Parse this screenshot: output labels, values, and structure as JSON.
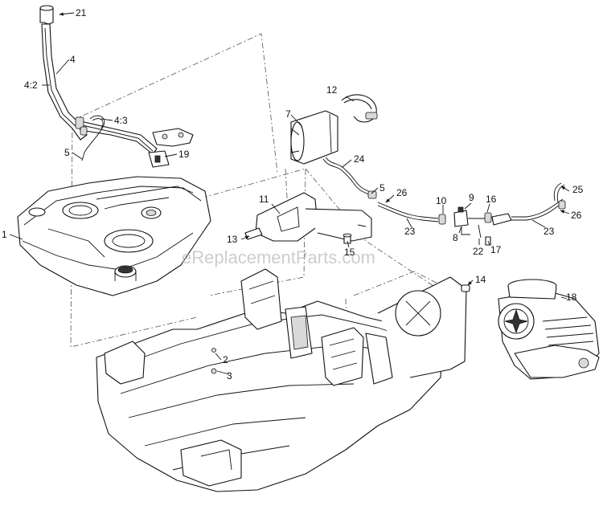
{
  "watermark": "eReplacementParts.com",
  "callouts": {
    "c1": "1",
    "c2": "2",
    "c3": "3",
    "c4": "4",
    "c4_2": "4:2",
    "c4_3": "4:3",
    "c5a": "5",
    "c5b": "5",
    "c7": "7",
    "c8": "8",
    "c9": "9",
    "c10": "10",
    "c11": "11",
    "c12": "12",
    "c13": "13",
    "c14": "14",
    "c15": "15",
    "c16": "16",
    "c17": "17",
    "c18": "18",
    "c19": "19",
    "c21": "21",
    "c22": "22",
    "c23a": "23",
    "c23b": "23",
    "c24": "24",
    "c25": "25",
    "c26a": "26",
    "c26b": "26"
  }
}
